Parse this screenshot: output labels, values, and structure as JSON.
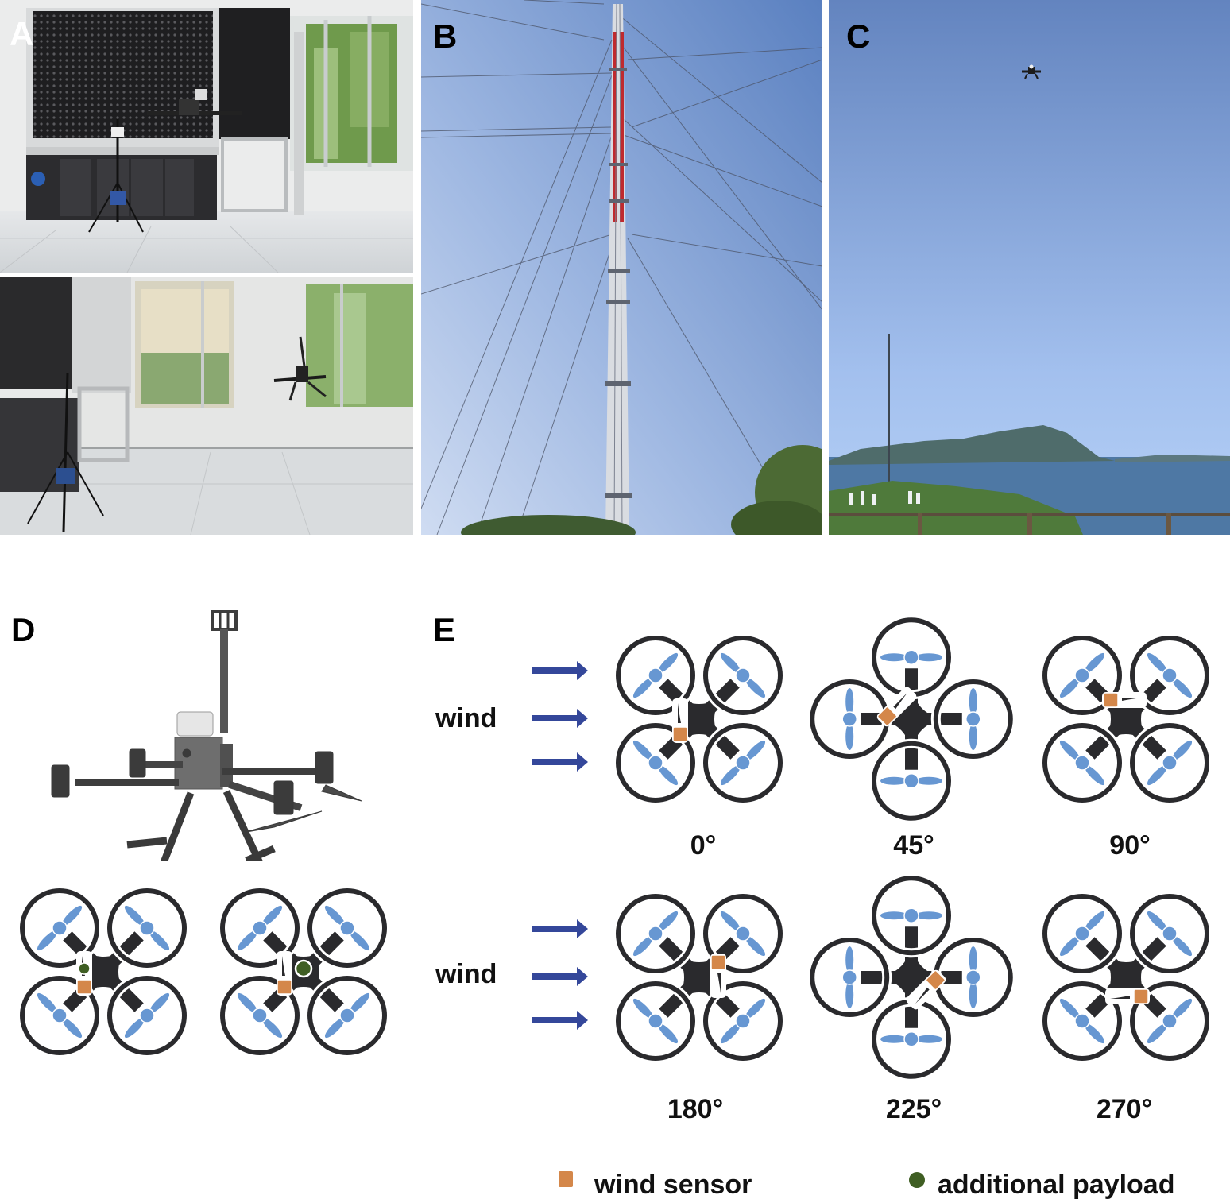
{
  "figure": {
    "panels": {
      "A": {
        "label": "A",
        "description": "Indoor wind tunnel test with drone mounted and hovering"
      },
      "B": {
        "label": "B",
        "description": "Guyed meteorological tower against blue sky"
      },
      "C": {
        "label": "C",
        "description": "Drone flying over coastal island scenery"
      },
      "D": {
        "label": "D",
        "description": "Quadcopter with wind sensor mast and sensor placement diagrams"
      },
      "E": {
        "label": "E",
        "description": "Drone yaw orientations relative to wind direction"
      }
    },
    "wind_label": "wind",
    "orientations": [
      {
        "angle": 0,
        "label": "0°"
      },
      {
        "angle": 45,
        "label": "45°"
      },
      {
        "angle": 90,
        "label": "90°"
      },
      {
        "angle": 180,
        "label": "180°"
      },
      {
        "angle": 225,
        "label": "225°"
      },
      {
        "angle": 270,
        "label": "270°"
      }
    ],
    "legend": {
      "wind_sensor": "wind sensor",
      "additional_payload": "additional payload"
    },
    "colors": {
      "frame": "#2a2a2d",
      "propeller": "#6797d2",
      "wind_sensor": "#d4874a",
      "payload": "#3f5e23",
      "wind_arrow": "#34479a",
      "sky_top": "#5f83c3",
      "sky_bottom": "#b7d0f4",
      "tower_red": "#c0282d"
    }
  }
}
